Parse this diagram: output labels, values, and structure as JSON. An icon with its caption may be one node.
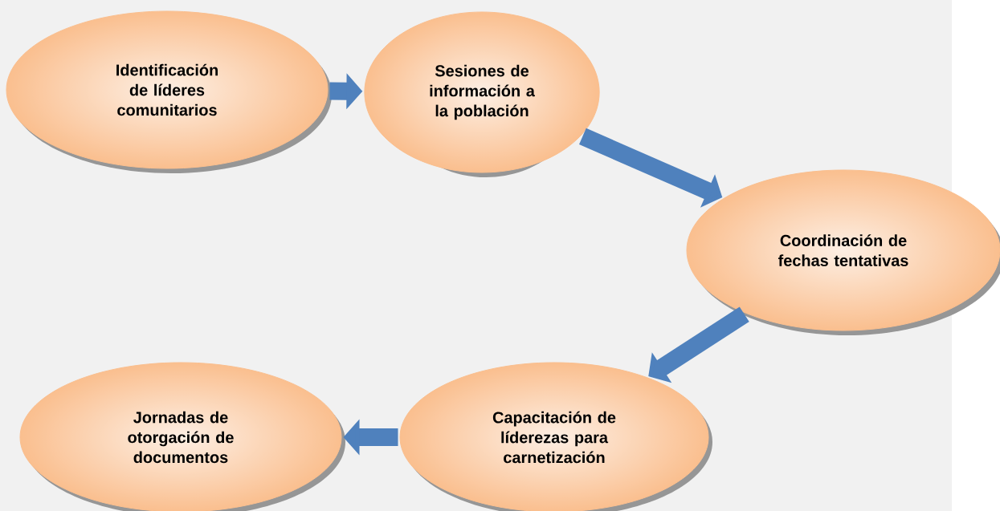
{
  "diagram": {
    "nodes": [
      {
        "text": [
          "Identificación de líderes comunitarios"
        ]
      },
      {
        "text": [
          "Sesiones de información a la población"
        ]
      },
      {
        "text": [
          "Coordinación de fechas tentativas"
        ]
      },
      {
        "text": [
          "Capacitación de líderezas para carnetización"
        ]
      },
      {
        "text": [
          "Jornadas de otorgación de documentos"
        ]
      }
    ],
    "edges": [
      {
        "from": 0,
        "to": 1,
        "arrow": "to"
      },
      {
        "from": 1,
        "to": 2,
        "arrow": "to"
      },
      {
        "from": 2,
        "to": 3,
        "arrow": "to"
      },
      {
        "from": 3,
        "to": 4,
        "arrow": "to"
      }
    ]
  }
}
